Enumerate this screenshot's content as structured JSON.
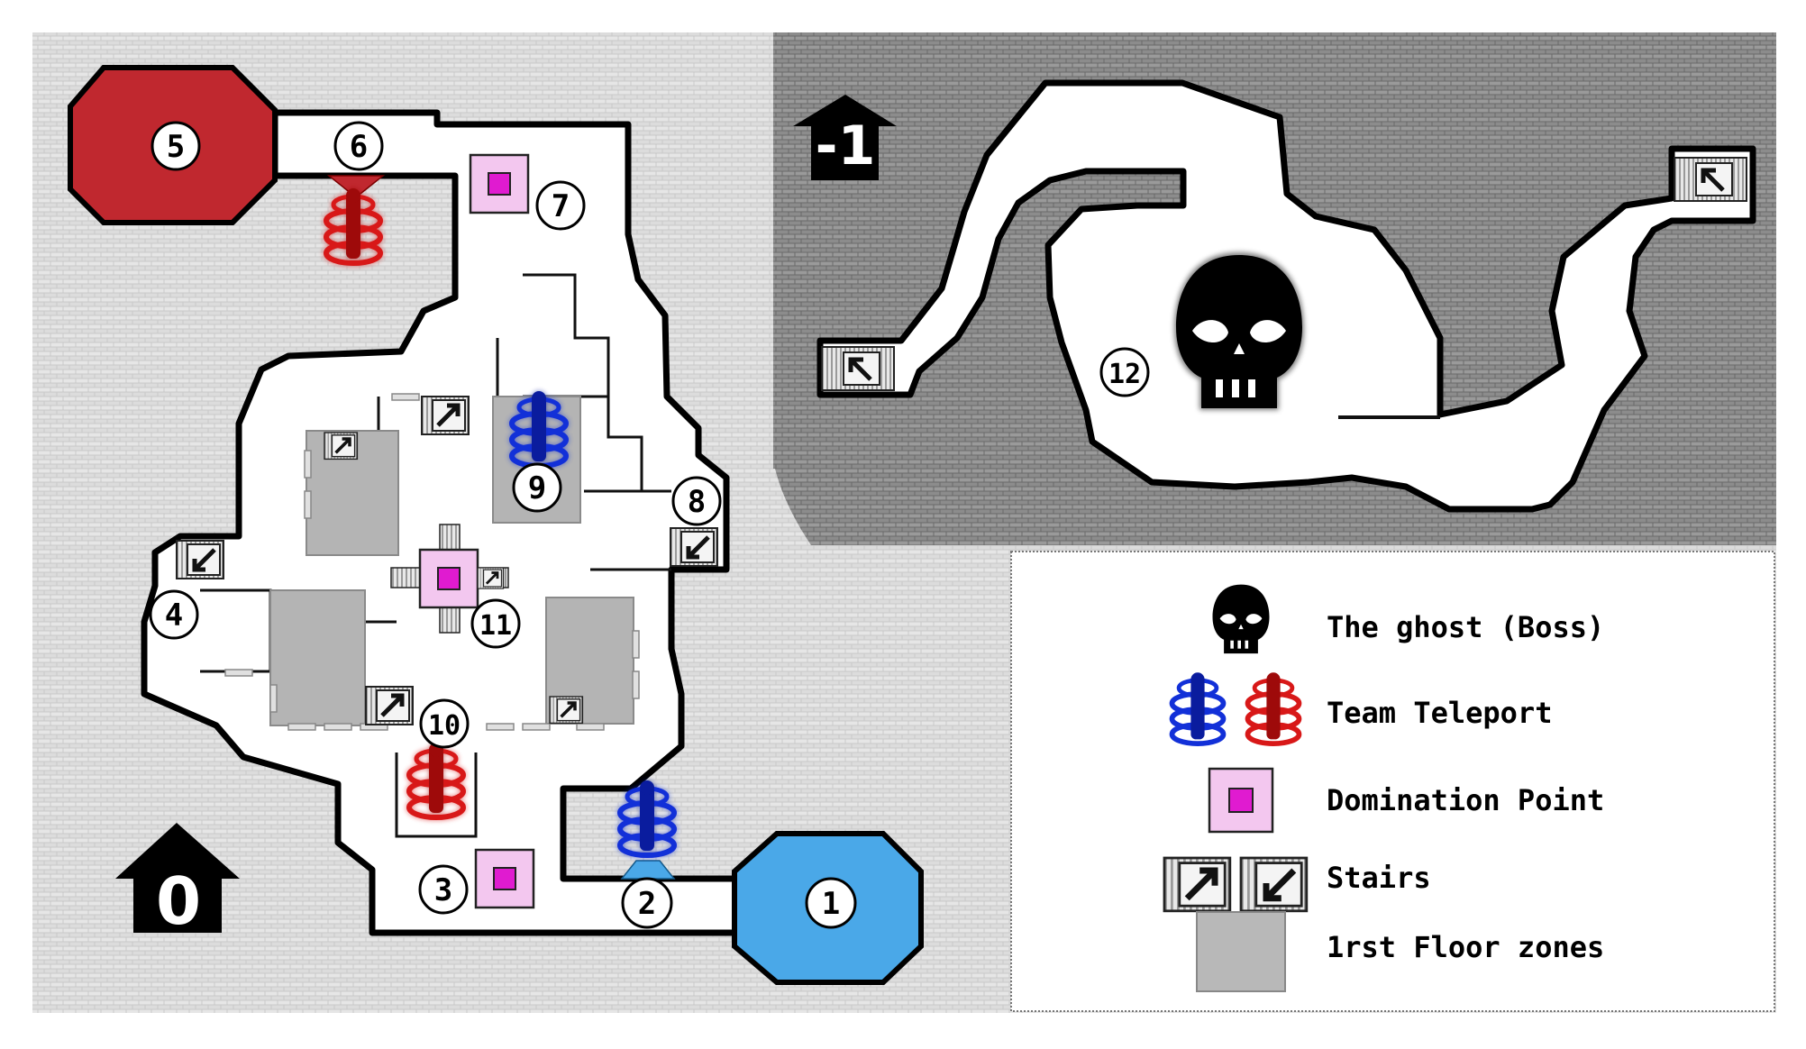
{
  "map": {
    "floors": [
      {
        "id": "ground",
        "label": "0"
      },
      {
        "id": "basement",
        "label": "-1"
      }
    ],
    "markers": [
      "1",
      "2",
      "3",
      "4",
      "5",
      "6",
      "7",
      "8",
      "9",
      "10",
      "11",
      "12"
    ],
    "spawns": [
      {
        "id": "blue-base",
        "color": "#4aa8e8",
        "marker": "1"
      },
      {
        "id": "red-base",
        "color": "#c0282f",
        "marker": "5"
      }
    ],
    "colors": {
      "blue_team": "#1230d8",
      "red_team": "#d81818",
      "domination_fill": "#f3c7ef",
      "domination_core": "#e01bd0",
      "first_floor_zone": "#b8b8b8",
      "wall": "#111111",
      "corridor": "#ffffff"
    }
  },
  "legend": {
    "items": [
      {
        "icon": "skull-icon",
        "label": "The ghost (Boss)"
      },
      {
        "icon": "teleport-icon",
        "label": "Team Teleport"
      },
      {
        "icon": "domination-point-icon",
        "label": "Domination Point"
      },
      {
        "icon": "stairs-icon",
        "label": "Stairs"
      },
      {
        "icon": "first-floor-zone-icon",
        "label": "1rst Floor zones"
      }
    ]
  }
}
